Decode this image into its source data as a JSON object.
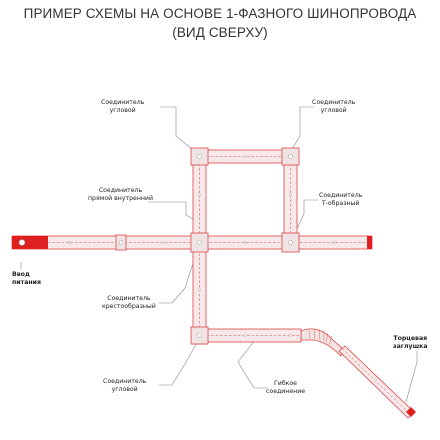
{
  "title": "ПРИМЕР СХЕМЫ НА ОСНОВЕ 1-ФАЗНОГО ШИНОПРОВОДА",
  "subtitle": "(ВИД СВЕРХУ)",
  "labels": {
    "corner_top_left": [
      "Соединитель",
      "угловой"
    ],
    "corner_top_right": [
      "Соединитель",
      "угловой"
    ],
    "straight_inner": [
      "Соединитель",
      "прямой внутренний"
    ],
    "t_connector": [
      "Соединитель",
      "Т-образный"
    ],
    "power_input": [
      "Ввод",
      "питания"
    ],
    "cross": [
      "Соединитель",
      "крестообразный"
    ],
    "corner_bottom": [
      "Соединитель",
      "угловой"
    ],
    "flexible": [
      "Гибкое",
      "соединение"
    ],
    "end_cap": [
      "Торцевая",
      "заглушка"
    ]
  },
  "colors": {
    "rail_outline": "#dd4444",
    "rail_fill": "#f7e9e9",
    "connector_fill": "#efe3e3",
    "accent_red": "#e02020",
    "leader_line": "#888888",
    "text": "#222222"
  }
}
